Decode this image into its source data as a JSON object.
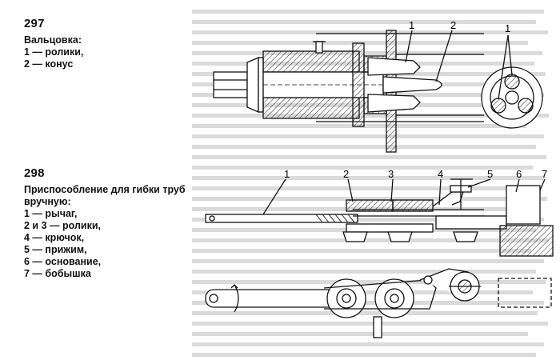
{
  "figures": [
    {
      "number": "297",
      "title": "Вальцовка:",
      "legend": [
        "1 — ролики,",
        "2 — конус"
      ],
      "callouts": [
        "1",
        "2",
        "1"
      ]
    },
    {
      "number": "298",
      "title": "Приспособление для гибки труб вручную:",
      "legend": [
        "1 — рычаг,",
        "2 и 3 — ролики,",
        "4 — крючок,",
        "5 — прижим,",
        "6 — основание,",
        "7 — бобышка"
      ],
      "callouts": [
        "1",
        "2",
        "3",
        "4",
        "5",
        "6",
        "7"
      ]
    }
  ]
}
